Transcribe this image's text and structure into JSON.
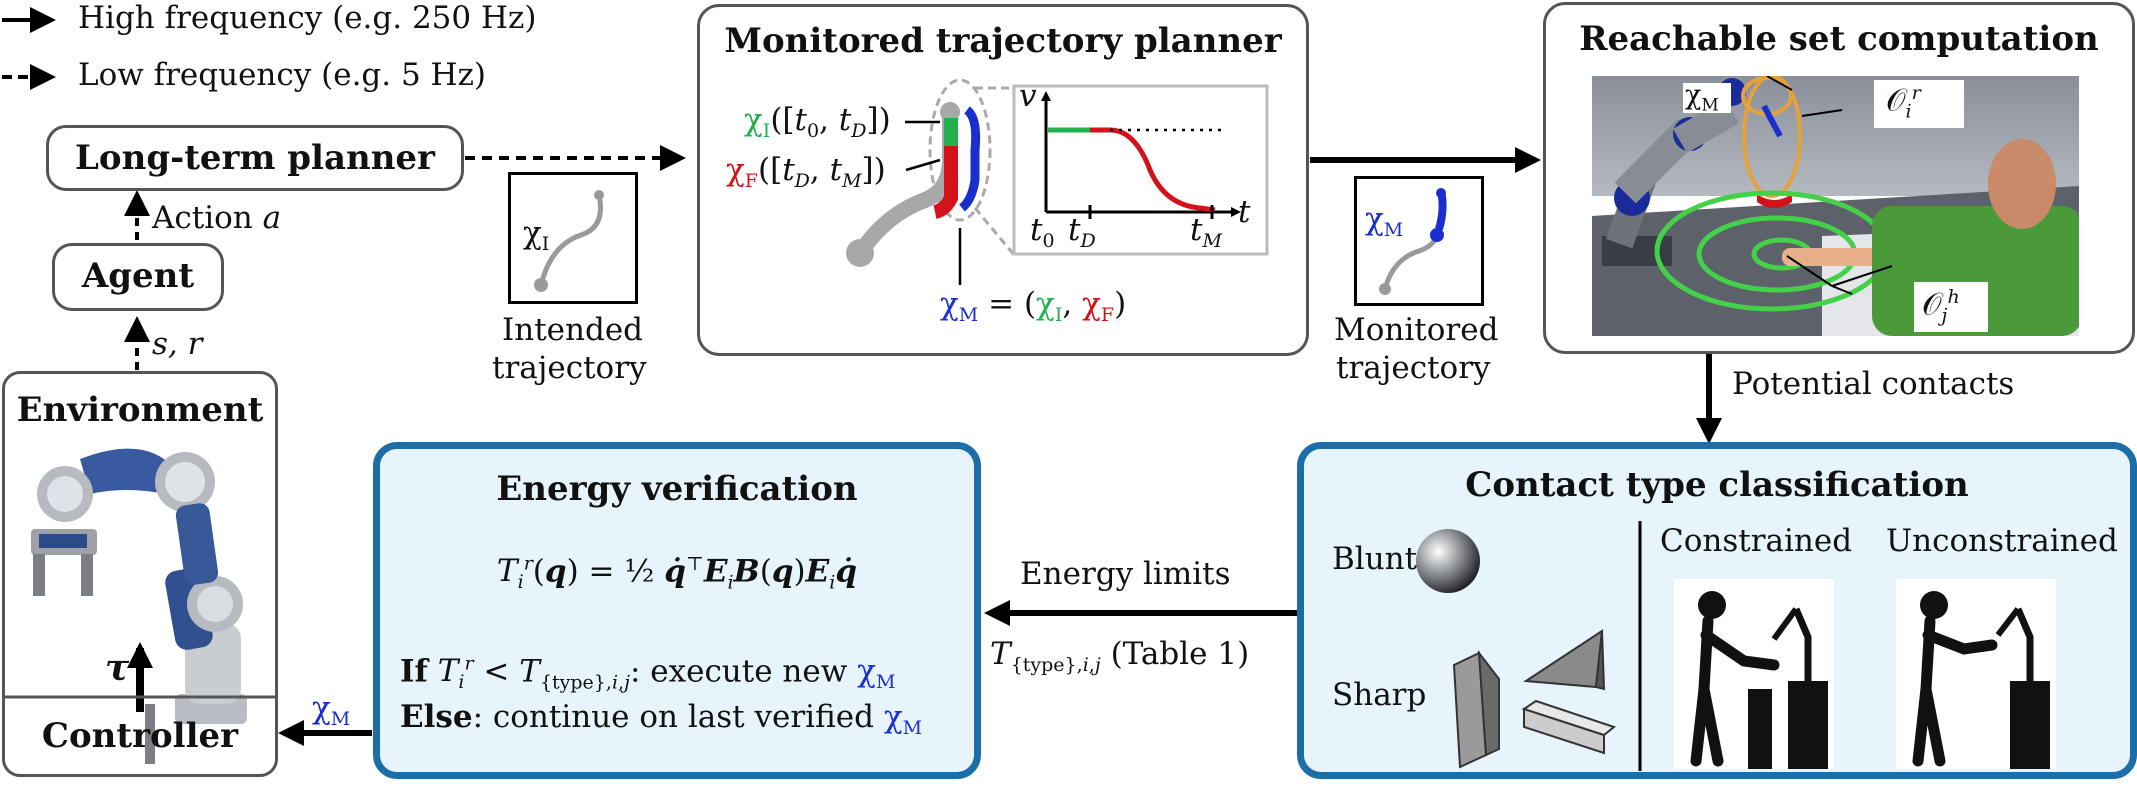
{
  "legend": {
    "high": "High frequency (e.g. 250 Hz)",
    "low": "Low frequency (e.g. 5 Hz)"
  },
  "left": {
    "long_term_planner": "Long-term planner",
    "action_label": "Action",
    "action_symbol": "a",
    "agent": "Agent",
    "state_reward": "s, r",
    "environment": "Environment",
    "tau": "τ",
    "controller": "Controller",
    "chi_m_arrow": "χM"
  },
  "intended": {
    "chi": "χI",
    "caption_line1": "Intended",
    "caption_line2": "trajectory"
  },
  "monitored_planner": {
    "title": "Monitored trajectory planner",
    "chi_i": "χI([t0, tD])",
    "chi_f": "χF([tD, tM])",
    "axis_v": "v",
    "axis_t": "t",
    "t0": "t0",
    "tD": "tD",
    "tM": "tM",
    "eq": "χM = (χI, χF)"
  },
  "monitored": {
    "chi": "χM",
    "caption_line1": "Monitored",
    "caption_line2": "trajectory"
  },
  "reachable": {
    "title": "Reachable set computation",
    "chi_m": "χM",
    "o_r": "Oir",
    "o_h": "Ojh",
    "potential_contacts": "Potential contacts"
  },
  "contact": {
    "title": "Contact type classification",
    "blunt": "Blunt",
    "sharp": "Sharp",
    "constrained": "Constrained",
    "unconstrained": "Unconstrained"
  },
  "energy_limits": {
    "label": "Energy limits",
    "ref": "T{type},i,j (Table 1)"
  },
  "energy": {
    "title": "Energy verification",
    "formula": "Tir(q) = ½ q̇⊤ Ei B(q) Ei q̇",
    "if_kw": "If",
    "if_text": ": execute new",
    "else_kw": "Else",
    "else_text": ": continue on last verified"
  },
  "colors": {
    "green": "#22b14c",
    "red": "#d3121a",
    "blue": "#1a2fd0",
    "box_border": "#1b6ea8",
    "box_fill": "#e7f4fb"
  }
}
